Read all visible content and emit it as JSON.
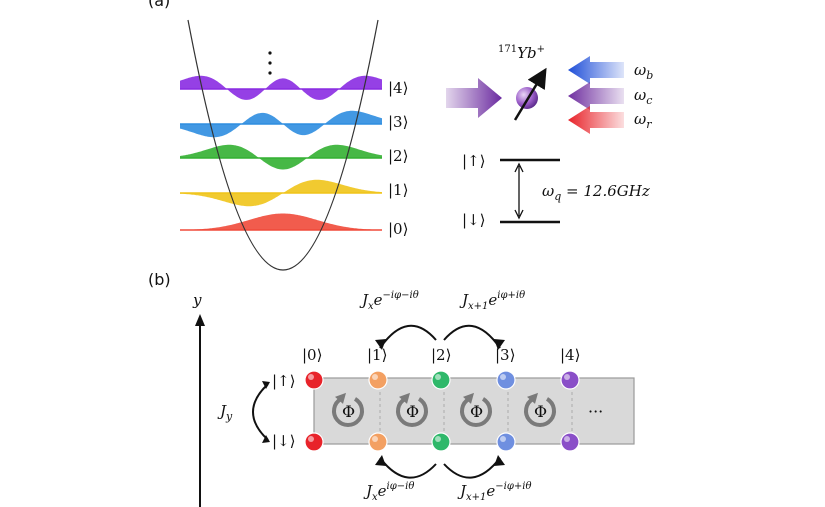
{
  "panel_a": {
    "label": "(a)",
    "levels": [
      {
        "ket": "|4⟩",
        "color": "#8a2be2"
      },
      {
        "ket": "|3⟩",
        "color": "#2e8de0"
      },
      {
        "ket": "|2⟩",
        "color": "#33b032"
      },
      {
        "ket": "|1⟩",
        "color": "#f0c419"
      },
      {
        "ket": "|0⟩",
        "color": "#f04a3a"
      }
    ],
    "ion": {
      "mass_number": "171",
      "symbol": "Yb",
      "charge": "+"
    },
    "beams": [
      {
        "label": "ω",
        "sub": "b",
        "color": "#1f4fd8"
      },
      {
        "label": "ω",
        "sub": "c",
        "color": "#7030a0"
      },
      {
        "label": "ω",
        "sub": "r",
        "color": "#e8232a"
      }
    ],
    "qubit": {
      "up": "|↑⟩",
      "down": "|↓⟩",
      "splitting_symbol": "ω",
      "splitting_sub": "q",
      "splitting_value": " = 12.6GHz"
    }
  },
  "panel_b": {
    "label": "(b)",
    "axis_label": "y",
    "site_kets": [
      "|0⟩",
      "|1⟩",
      "|2⟩",
      "|3⟩",
      "|4⟩"
    ],
    "site_colors": [
      "#e8232a",
      "#f3a062",
      "#2fb86a",
      "#6f8fe0",
      "#8a4fc8"
    ],
    "spin_up": "|↑⟩",
    "spin_down": "|↓⟩",
    "flux_symbol": "Φ",
    "ellipsis": "···",
    "coupling_y": {
      "base": "J",
      "sub": "y"
    },
    "hop_top_left": {
      "base": "J",
      "sub": "x",
      "e": "e",
      "exp": "−iφ−iθ"
    },
    "hop_top_right": {
      "base": "J",
      "sub": "x+1",
      "e": "e",
      "exp": "iφ+iθ"
    },
    "hop_bottom_left": {
      "base": "J",
      "sub": "x",
      "e": "e",
      "exp": "iφ−iθ"
    },
    "hop_bottom_right": {
      "base": "J",
      "sub": "x+1",
      "e": "e",
      "exp": "−iφ+iθ"
    }
  }
}
